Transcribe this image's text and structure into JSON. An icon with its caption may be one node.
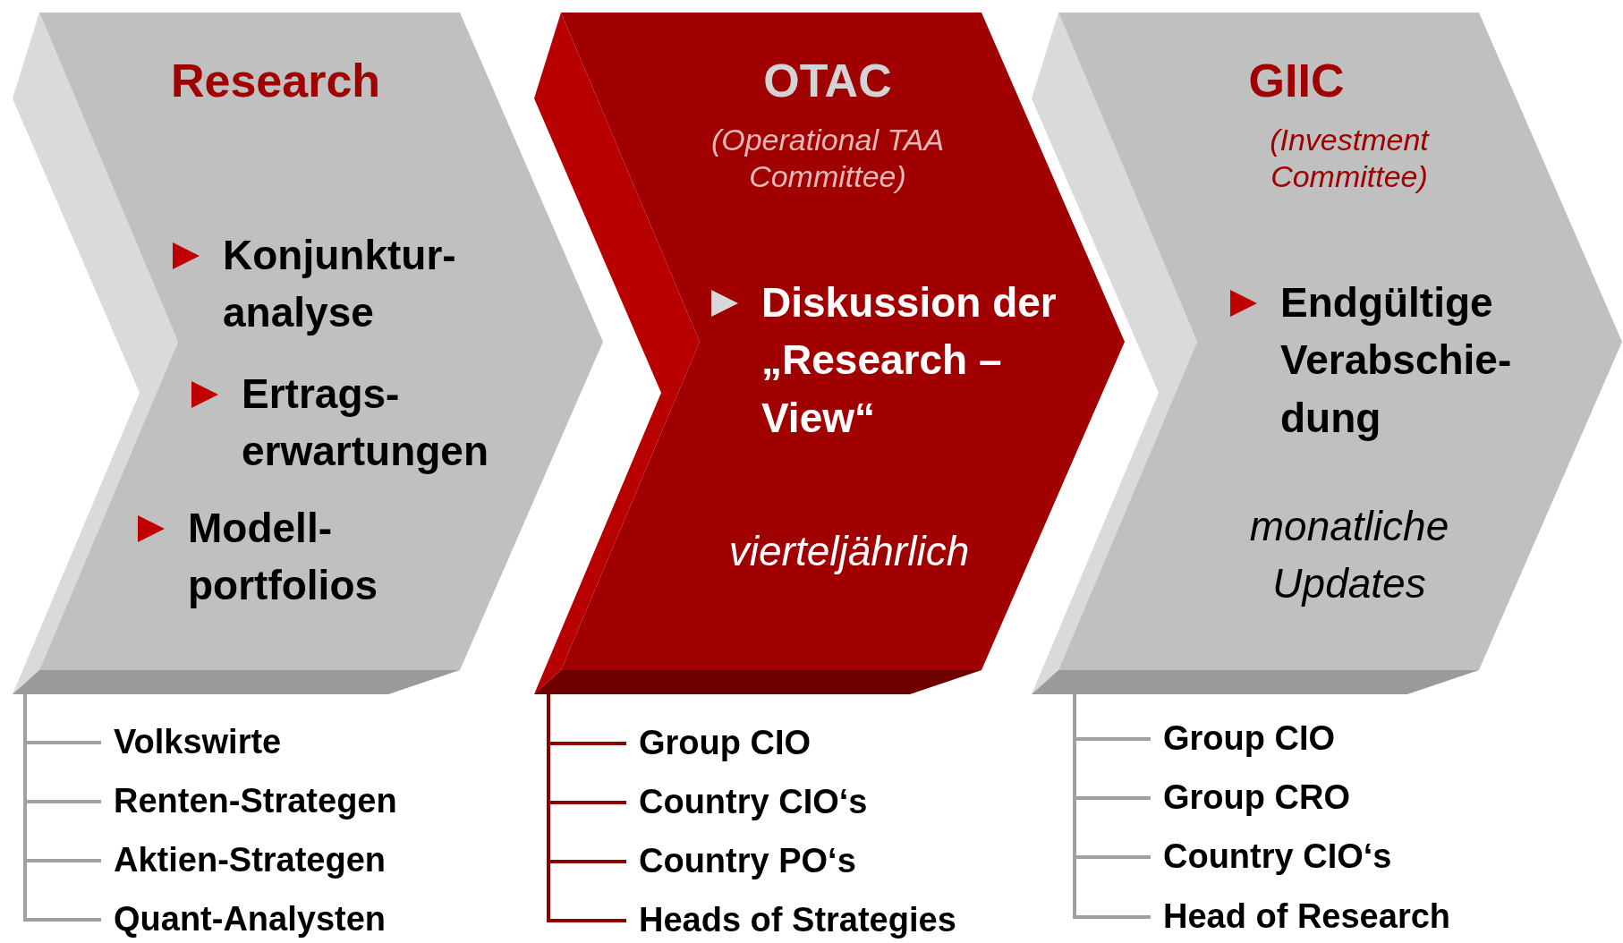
{
  "diagram": {
    "nodes": [
      {
        "text": [
          "Research",
          "Konjunktur- analyse",
          "Ertrags- erwartungen",
          "Modell- portfolios"
        ]
      },
      {
        "text": [
          "OTAC",
          "(Operational TAA Committee)",
          "Diskussion der „Research – View“",
          "vierteljährlich"
        ]
      },
      {
        "text": [
          "GIIC",
          "(Investment Committee)",
          "Endgültige Verabschie- dung",
          "monatliche Updates"
        ]
      },
      {
        "text": [
          "Volkswirte"
        ]
      },
      {
        "text": [
          "Renten-Strategen"
        ]
      },
      {
        "text": [
          "Aktien-Strategen"
        ]
      },
      {
        "text": [
          "Quant-Analysten"
        ]
      },
      {
        "text": [
          "Group CIO"
        ]
      },
      {
        "text": [
          "Country CIO‘s"
        ]
      },
      {
        "text": [
          "Country PO‘s"
        ]
      },
      {
        "text": [
          "Heads of Strategies"
        ]
      },
      {
        "text": [
          "Group CIO"
        ]
      },
      {
        "text": [
          "Group CRO"
        ]
      },
      {
        "text": [
          "Country CIO‘s"
        ]
      },
      {
        "text": [
          "Head of Research"
        ]
      }
    ],
    "edges": [
      {
        "from": 0,
        "to": 3,
        "arrow": "none"
      },
      {
        "from": 0,
        "to": 4,
        "arrow": "none"
      },
      {
        "from": 0,
        "to": 5,
        "arrow": "none"
      },
      {
        "from": 0,
        "to": 6,
        "arrow": "none"
      },
      {
        "from": 1,
        "to": 7,
        "arrow": "none",
        "color": "#8b0000"
      },
      {
        "from": 1,
        "to": 8,
        "arrow": "none",
        "color": "#8b0000"
      },
      {
        "from": 1,
        "to": 9,
        "arrow": "none",
        "color": "#8b0000"
      },
      {
        "from": 1,
        "to": 10,
        "arrow": "none",
        "color": "#8b0000"
      },
      {
        "from": 2,
        "to": 11,
        "arrow": "none"
      },
      {
        "from": 2,
        "to": 12,
        "arrow": "none"
      },
      {
        "from": 2,
        "to": 13,
        "arrow": "none"
      },
      {
        "from": 2,
        "to": 14,
        "arrow": "none"
      }
    ]
  }
}
